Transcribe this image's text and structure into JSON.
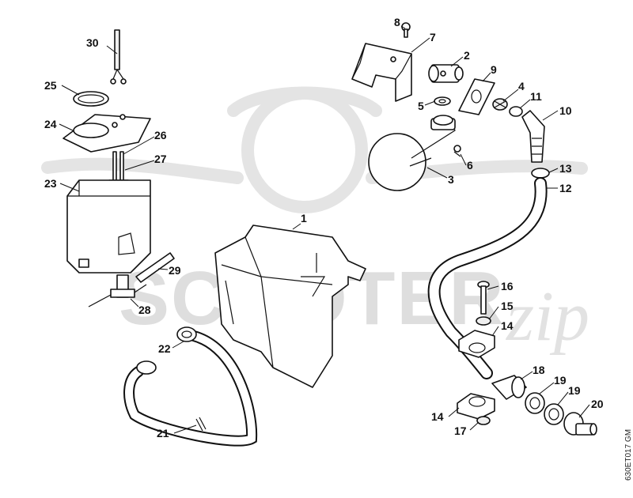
{
  "drawing_code": "630ET017 GM",
  "watermark": {
    "brand": "SCOOTER",
    "script": "zip"
  },
  "callouts": [
    {
      "id": "c1",
      "label": "1"
    },
    {
      "id": "c2",
      "label": "2"
    },
    {
      "id": "c3",
      "label": "3"
    },
    {
      "id": "c4",
      "label": "4"
    },
    {
      "id": "c5",
      "label": "5"
    },
    {
      "id": "c6",
      "label": "6"
    },
    {
      "id": "c7",
      "label": "7"
    },
    {
      "id": "c8",
      "label": "8"
    },
    {
      "id": "c9",
      "label": "9"
    },
    {
      "id": "c10",
      "label": "10"
    },
    {
      "id": "c11",
      "label": "11"
    },
    {
      "id": "c12",
      "label": "12"
    },
    {
      "id": "c13",
      "label": "13"
    },
    {
      "id": "c14a",
      "label": "14"
    },
    {
      "id": "c14b",
      "label": "14"
    },
    {
      "id": "c15",
      "label": "15"
    },
    {
      "id": "c16",
      "label": "16"
    },
    {
      "id": "c17",
      "label": "17"
    },
    {
      "id": "c18",
      "label": "18"
    },
    {
      "id": "c19a",
      "label": "19"
    },
    {
      "id": "c19b",
      "label": "19"
    },
    {
      "id": "c20",
      "label": "20"
    },
    {
      "id": "c21",
      "label": "21"
    },
    {
      "id": "c22",
      "label": "22"
    },
    {
      "id": "c23",
      "label": "23"
    },
    {
      "id": "c24",
      "label": "24"
    },
    {
      "id": "c25",
      "label": "25"
    },
    {
      "id": "c26",
      "label": "26"
    },
    {
      "id": "c27",
      "label": "27"
    },
    {
      "id": "c28",
      "label": "28"
    },
    {
      "id": "c29",
      "label": "29"
    },
    {
      "id": "c30",
      "label": "30"
    }
  ]
}
